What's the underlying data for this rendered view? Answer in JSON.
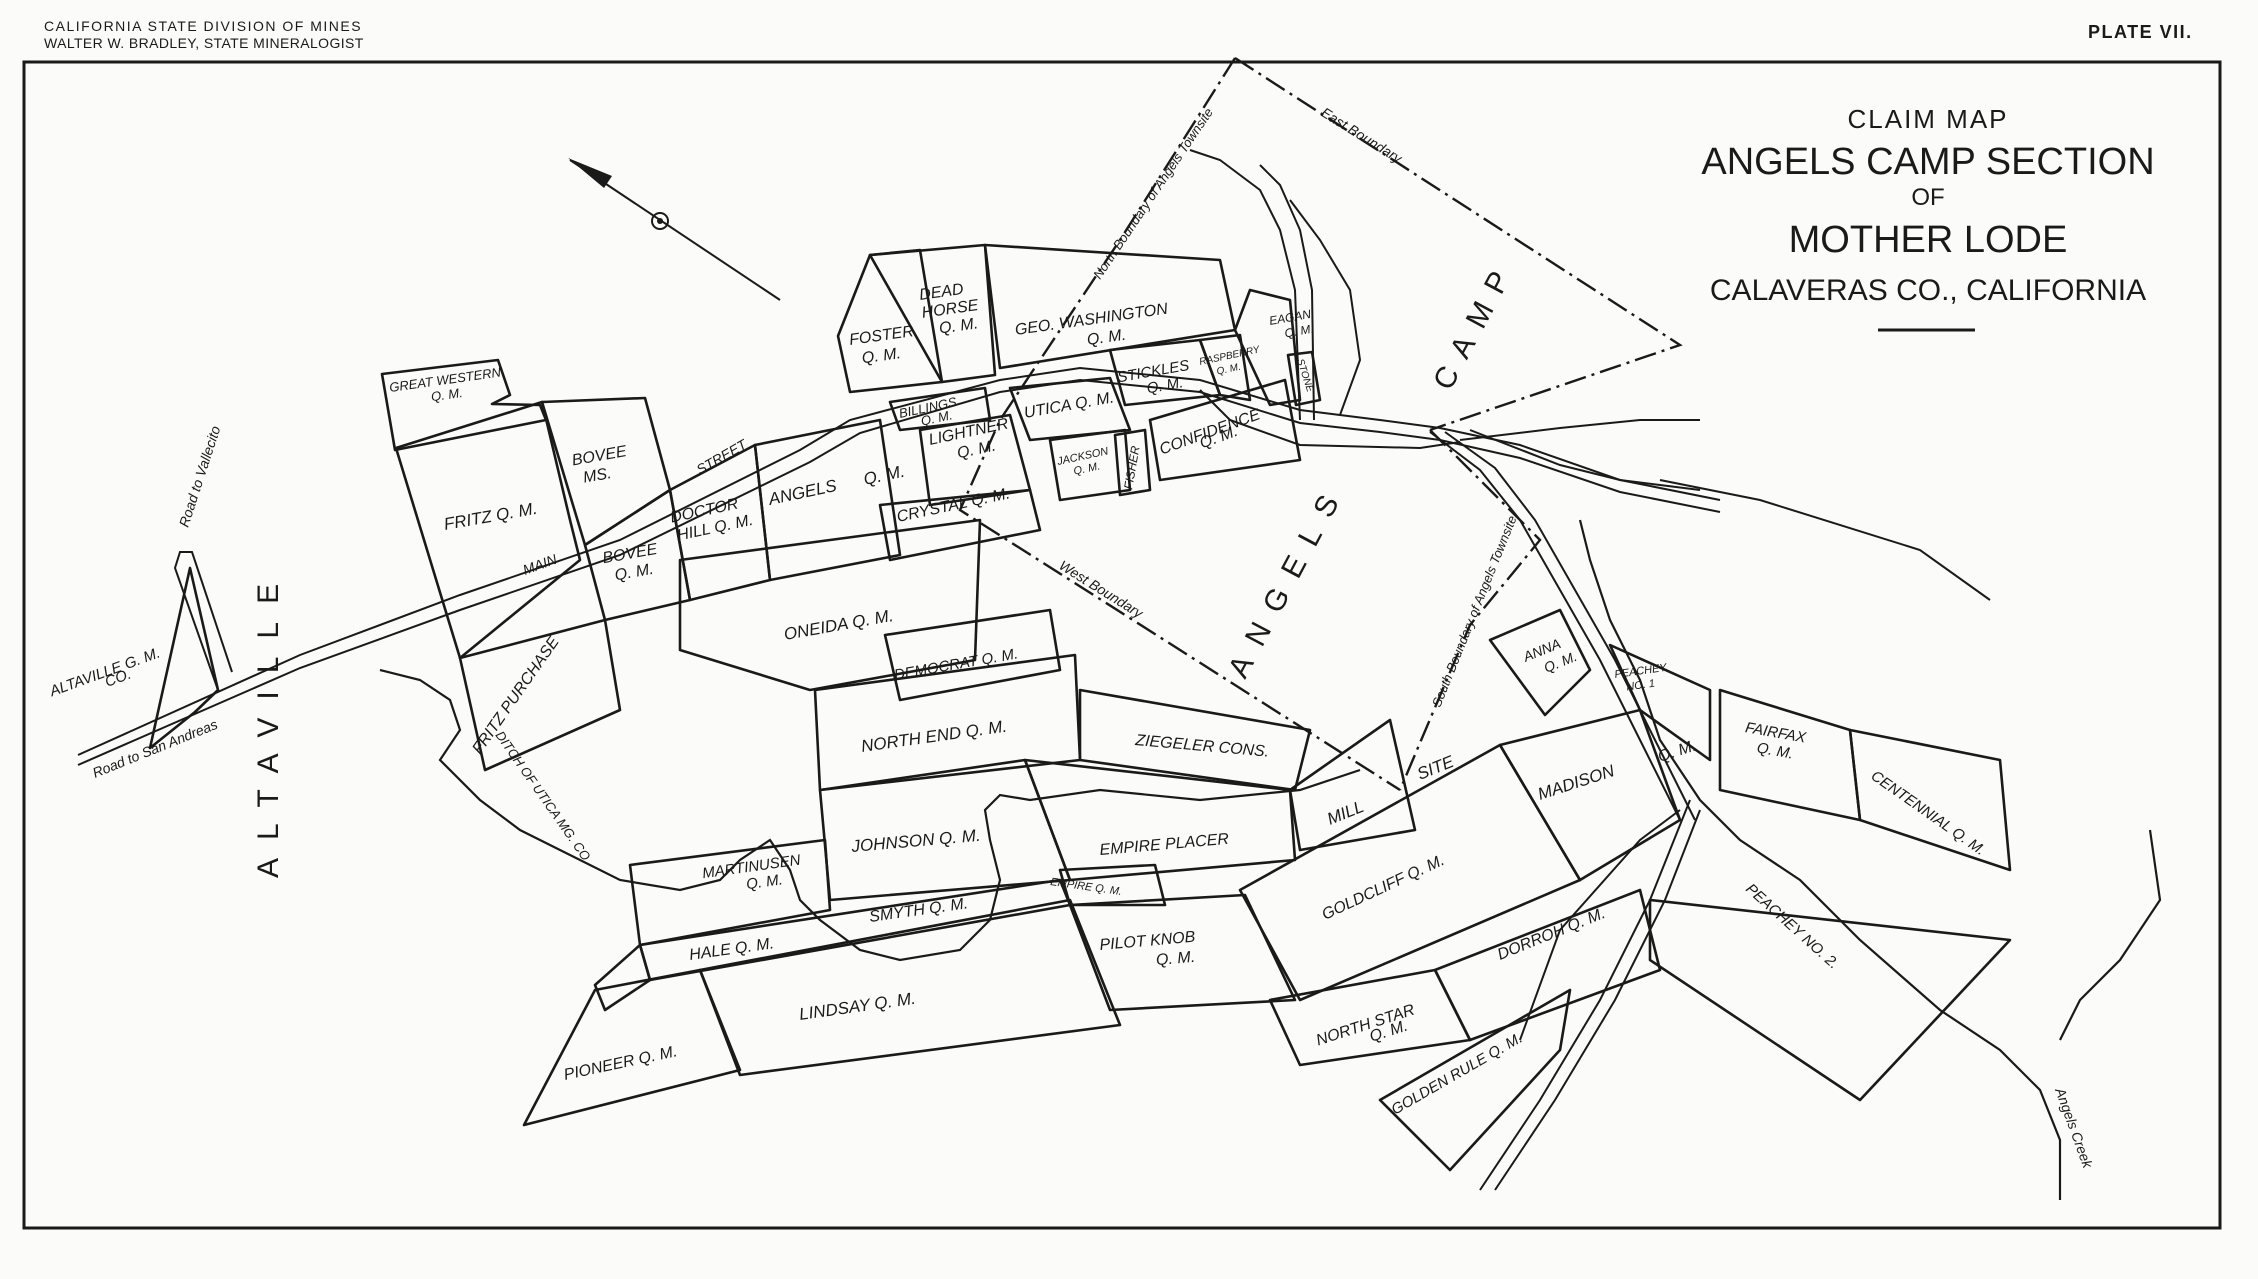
{
  "header": {
    "agency_line1": "CALIFORNIA STATE DIVISION OF MINES",
    "agency_line2": "WALTER W. BRADLEY, STATE MINERALOGIST",
    "plate": "PLATE VII."
  },
  "title_block": {
    "line1": "CLAIM MAP",
    "line2": "ANGELS CAMP SECTION",
    "line3": "OF",
    "line4": "MOTHER LODE",
    "line5": "CALAVERAS CO., CALIFORNIA"
  },
  "town_names": {
    "altaville": "ALTAVILLE",
    "angels": "ANGELS",
    "camp": "CAMP"
  },
  "roads": {
    "vallecito": "Road to Vallecito",
    "san_andreas": "Road to San Andreas",
    "main": "MAIN",
    "street": "STREET"
  },
  "boundaries": {
    "east": "East Boundary",
    "west": "West Boundary",
    "north": "North Boundary of Angels Townsite",
    "south": "South Boundary of Angels Townsite"
  },
  "creek": "Angels Creek",
  "ditch": "DITCH OF UTICA MG. CO.",
  "claims": {
    "great_western": [
      "GREAT WESTERN",
      "Q. M."
    ],
    "fritz": "FRITZ Q. M.",
    "bovee_ms": [
      "BOVEE",
      "MS."
    ],
    "bovee_qm": [
      "BOVEE",
      "Q. M."
    ],
    "doctor_hill": [
      "DOCTOR",
      "HILL Q. M."
    ],
    "angels": "ANGELS",
    "angels_qm": "Q. M.",
    "altaville_gm": [
      "ALTAVILLE G. M.",
      "CO."
    ],
    "fritz_purchase": "FRITZ PURCHASE",
    "foster": [
      "FOSTER",
      "Q. M."
    ],
    "dead_horse": [
      "DEAD",
      "HORSE",
      "Q. M."
    ],
    "geo_washington": [
      "GEO. WASHINGTON",
      "Q. M."
    ],
    "eagan": [
      "EAGAN",
      "Q. M."
    ],
    "billings": [
      "BILLINGS",
      "Q. M."
    ],
    "lightner": [
      "LIGHTNER",
      "Q. M."
    ],
    "utica": "UTICA Q. M.",
    "stickles": [
      "STICKLES",
      "Q. M."
    ],
    "raspberry": [
      "RASPBERRY",
      "Q. M."
    ],
    "stone": "STONE",
    "crystal": "CRYSTAL Q. M.",
    "jackson": [
      "JACKSON",
      "Q. M."
    ],
    "fisher": "FISHER",
    "confidence": [
      "CONFIDENCE",
      "Q. M."
    ],
    "oneida": "ONEIDA Q. M.",
    "democrat": "DEMOCRAT Q. M.",
    "north_end": "NORTH END Q. M.",
    "ziegeler": "ZIEGELER CONS.",
    "johnson": "JOHNSON Q. M.",
    "empire_placer": "EMPIRE PLACER",
    "empire_qm": "EMPIRE Q. M.",
    "martinusen": [
      "MARTINUSEN",
      "Q. M."
    ],
    "smyth": "SMYTH Q. M.",
    "hale": "HALE Q. M.",
    "pilot_knob": [
      "PILOT KNOB",
      "Q. M."
    ],
    "lindsay": "LINDSAY Q. M.",
    "pioneer": "PIONEER Q. M.",
    "mill": "MILL",
    "site": "SITE",
    "goldcliff": "GOLDCLIFF Q. M.",
    "madison": "MADISON",
    "madison_qm": "Q. M.",
    "anna": [
      "ANNA",
      "Q. M."
    ],
    "peachey_1": [
      "PEACHEY",
      "NO. 1"
    ],
    "fairfax": [
      "FAIRFAX",
      "Q. M."
    ],
    "centennial": "CENTENNIAL Q. M.",
    "peachey_2": "PEACHEY NO. 2.",
    "dorroh": "DORROH Q. M.",
    "north_star": [
      "NORTH STAR",
      "Q. M."
    ],
    "golden_rule": "GOLDEN RULE Q. M."
  }
}
